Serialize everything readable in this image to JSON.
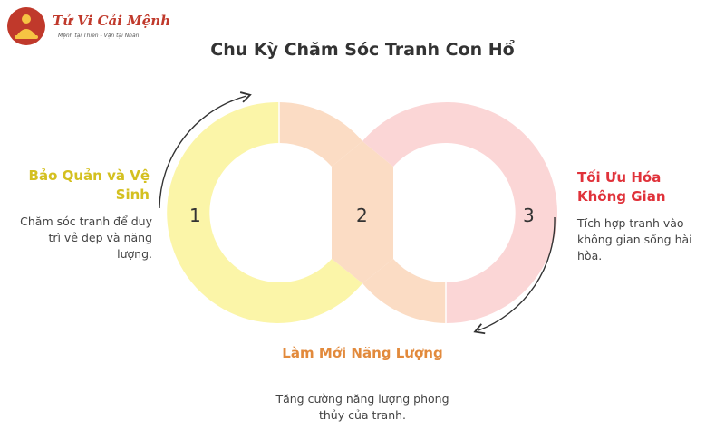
{
  "logo": {
    "text": "Tử Vi Cải Mệnh",
    "tagline": "Mệnh tại Thiên - Vận tại Nhân",
    "color": "#c0392b"
  },
  "title": "Chu Kỳ Chăm Sóc Tranh Con Hổ",
  "colors": {
    "stage1": "#fbf5a8",
    "stage2": "#fbdcc4",
    "stage3": "#fbd6d6",
    "stage1_title": "#d4c020",
    "stage2_title": "#e28a3c",
    "stage3_title": "#e0323a",
    "arrow": "#333333"
  },
  "stages": [
    {
      "number": "1",
      "title": "Bảo Quản và Vệ Sinh",
      "description": "Chăm sóc tranh để duy trì vẻ đẹp và năng lượng."
    },
    {
      "number": "2",
      "title": "Làm Mới Năng Lượng",
      "description": "Tăng cường năng lượng phong thủy của tranh."
    },
    {
      "number": "3",
      "title": "Tối Ưu Hóa Không Gian",
      "description": "Tích hợp tranh vào không gian sống hài hòa."
    }
  ]
}
